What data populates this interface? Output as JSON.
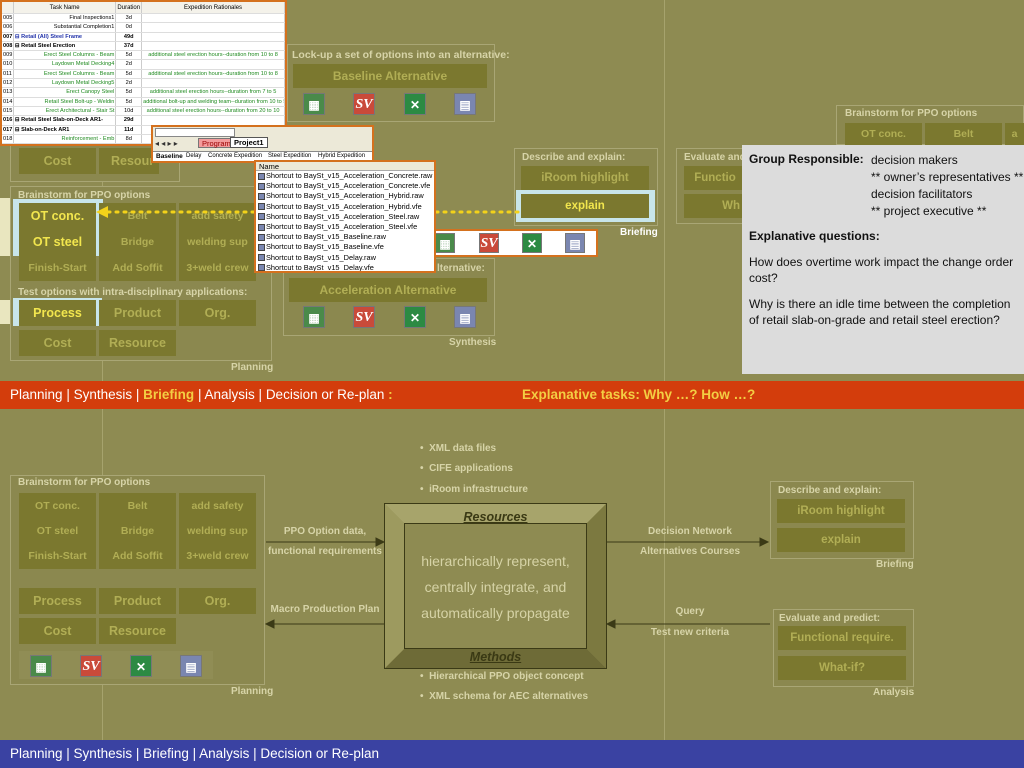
{
  "top_bar": {
    "items": [
      "Planning",
      "Synthesis",
      "Briefing",
      "Analysis",
      "Decision or Re-plan"
    ],
    "seps": [
      "|",
      "|",
      "|",
      "|"
    ],
    "colon": ":",
    "tasks": "Explanative tasks:  Why …?  How …?"
  },
  "bottom_bar": {
    "text": "Planning | Synthesis | Briefing | Analysis | Decision or Re-plan"
  },
  "schedule": {
    "headers": [
      "",
      "Task Name",
      "Duration",
      "Expedition Rationales"
    ],
    "rows": [
      [
        "005",
        "Final Inspections1",
        "3d",
        ""
      ],
      [
        "006",
        "Substantial Completion1",
        "0d",
        ""
      ],
      [
        "007",
        "⊟ Retail (All) Steel Frame",
        "49d",
        ""
      ],
      [
        "008",
        "⊟ Retail Steel Erection",
        "37d",
        ""
      ],
      [
        "009",
        "Erect Steel Columns - Beam",
        "5d",
        "additional steel erection hours--duration from 10 to 8"
      ],
      [
        "010",
        "Laydown Metal Decking4",
        "2d",
        ""
      ],
      [
        "011",
        "Erect Steel Columns - Beam",
        "5d",
        "additional steel erection hours--duration from 10 to 8"
      ],
      [
        "012",
        "Laydown Metal Decking5",
        "2d",
        ""
      ],
      [
        "013",
        "Erect Canopy Steel",
        "5d",
        "additional steel erection hours--duration from 7 to 5"
      ],
      [
        "014",
        "Retail Steel Bolt-up - Weldin",
        "5d",
        "additional bolt-up and welding team--duration from 10 to 5"
      ],
      [
        "015",
        "Erect Architectural - Stair St",
        "10d",
        "additional steel erection hours--duration from 20 to 10"
      ],
      [
        "016",
        "⊟ Retail Steel Slab-on-Deck AR1-",
        "29d",
        ""
      ],
      [
        "017",
        "⊟ Slab-on-Deck AR1",
        "11d",
        ""
      ],
      [
        "018",
        "Reinforcement - Emb",
        "8d",
        ""
      ]
    ]
  },
  "tabs_window": {
    "tabs": [
      "Program",
      "Project1"
    ],
    "columns": [
      "Baseline",
      "Delay",
      "Concrete Expedition",
      "Steel Expedition",
      "Hybrid Expedition"
    ]
  },
  "file_list": {
    "header": "Name",
    "files": [
      "Shortcut to BaySt_v15_Acceleration_Concrete.raw",
      "Shortcut to BaySt_v15_Acceleration_Concrete.vfe",
      "Shortcut to BaySt_v15_Acceleration_Hybrid.raw",
      "Shortcut to BaySt_v15_Acceleration_Hybrid.vfe",
      "Shortcut to BaySt_v15_Acceleration_Steel.raw",
      "Shortcut to BaySt_v15_Acceleration_Steel.vfe",
      "Shortcut to BaySt_v15_Baseline.raw",
      "Shortcut to BaySt_v15_Baseline.vfe",
      "Shortcut to BaySt_v15_Delay.raw",
      "Shortcut to BaySt_v15_Delay.vfe"
    ]
  },
  "upper": {
    "lockup_title": "Lock-up a set of options into an alternative:",
    "baseline_alt": "Baseline Alternative",
    "acceleration_alt": "Acceleration Alternative",
    "alternative_partial": "lternative:",
    "synthesis": "Synthesis",
    "planning": "Planning",
    "brainstorm_title": "Brainstorm for PPO options",
    "test_title": "Test options with intra-disciplinary applications:",
    "cost": "Cost",
    "resource": "Resource",
    "resour_partial": "Resour",
    "cells": [
      "OT conc.",
      "Belt",
      "add safety",
      "OT steel",
      "Bridge",
      "welding sup",
      "Finish-Start",
      "Add Soffit",
      "3+weld crew"
    ],
    "apps": [
      "Process",
      "Product",
      "Org."
    ],
    "describe_title": "Describe and explain:",
    "iroom": "iRoom highlight",
    "explain": "explain",
    "briefing": "Briefing",
    "evaluate_partial": "Evaluate and",
    "function_partial": "Functio",
    "wh_partial": "Wh",
    "right_brainstorm": "Brainstorm for PPO options",
    "right_cells": [
      "OT conc.",
      "Belt",
      "a"
    ]
  },
  "info": {
    "group_label": "Group Responsible:",
    "group_values": [
      "decision makers",
      "** owner’s representatives **",
      "decision facilitators",
      "** project executive **"
    ],
    "questions_label": "Explanative questions:",
    "q1": "How does overtime work impact the change order cost?",
    "q2": "Why is there an idle time between the completion of retail slab-on-grade and retail steel erection?"
  },
  "lower": {
    "bullets_top": [
      "XML data files",
      "CIFE applications",
      "iRoom infrastructure"
    ],
    "bullets_bottom": [
      "Hierarchical PPO object concept",
      "XML schema for AEC alternatives"
    ],
    "resources": "Resources",
    "methods": "Methods",
    "center_lines": [
      "hierarchically represent,",
      "centrally integrate, and",
      "automatically propagate"
    ],
    "left_link1": [
      "PPO Option data,",
      "functional requirements"
    ],
    "left_link2": "Macro Production Plan",
    "right_link1": [
      "Decision Network",
      "Alternatives Courses"
    ],
    "right_link2": [
      "Query",
      "Test new criteria"
    ],
    "evaluate_title": "Evaluate and predict:",
    "functional": "Functional require.",
    "whatif": "What-if?",
    "analysis": "Analysis"
  },
  "colors": {
    "top_bar": "#d33d0c",
    "bottom_bar": "#3a42a2",
    "highlight": "#c8e5ea"
  }
}
